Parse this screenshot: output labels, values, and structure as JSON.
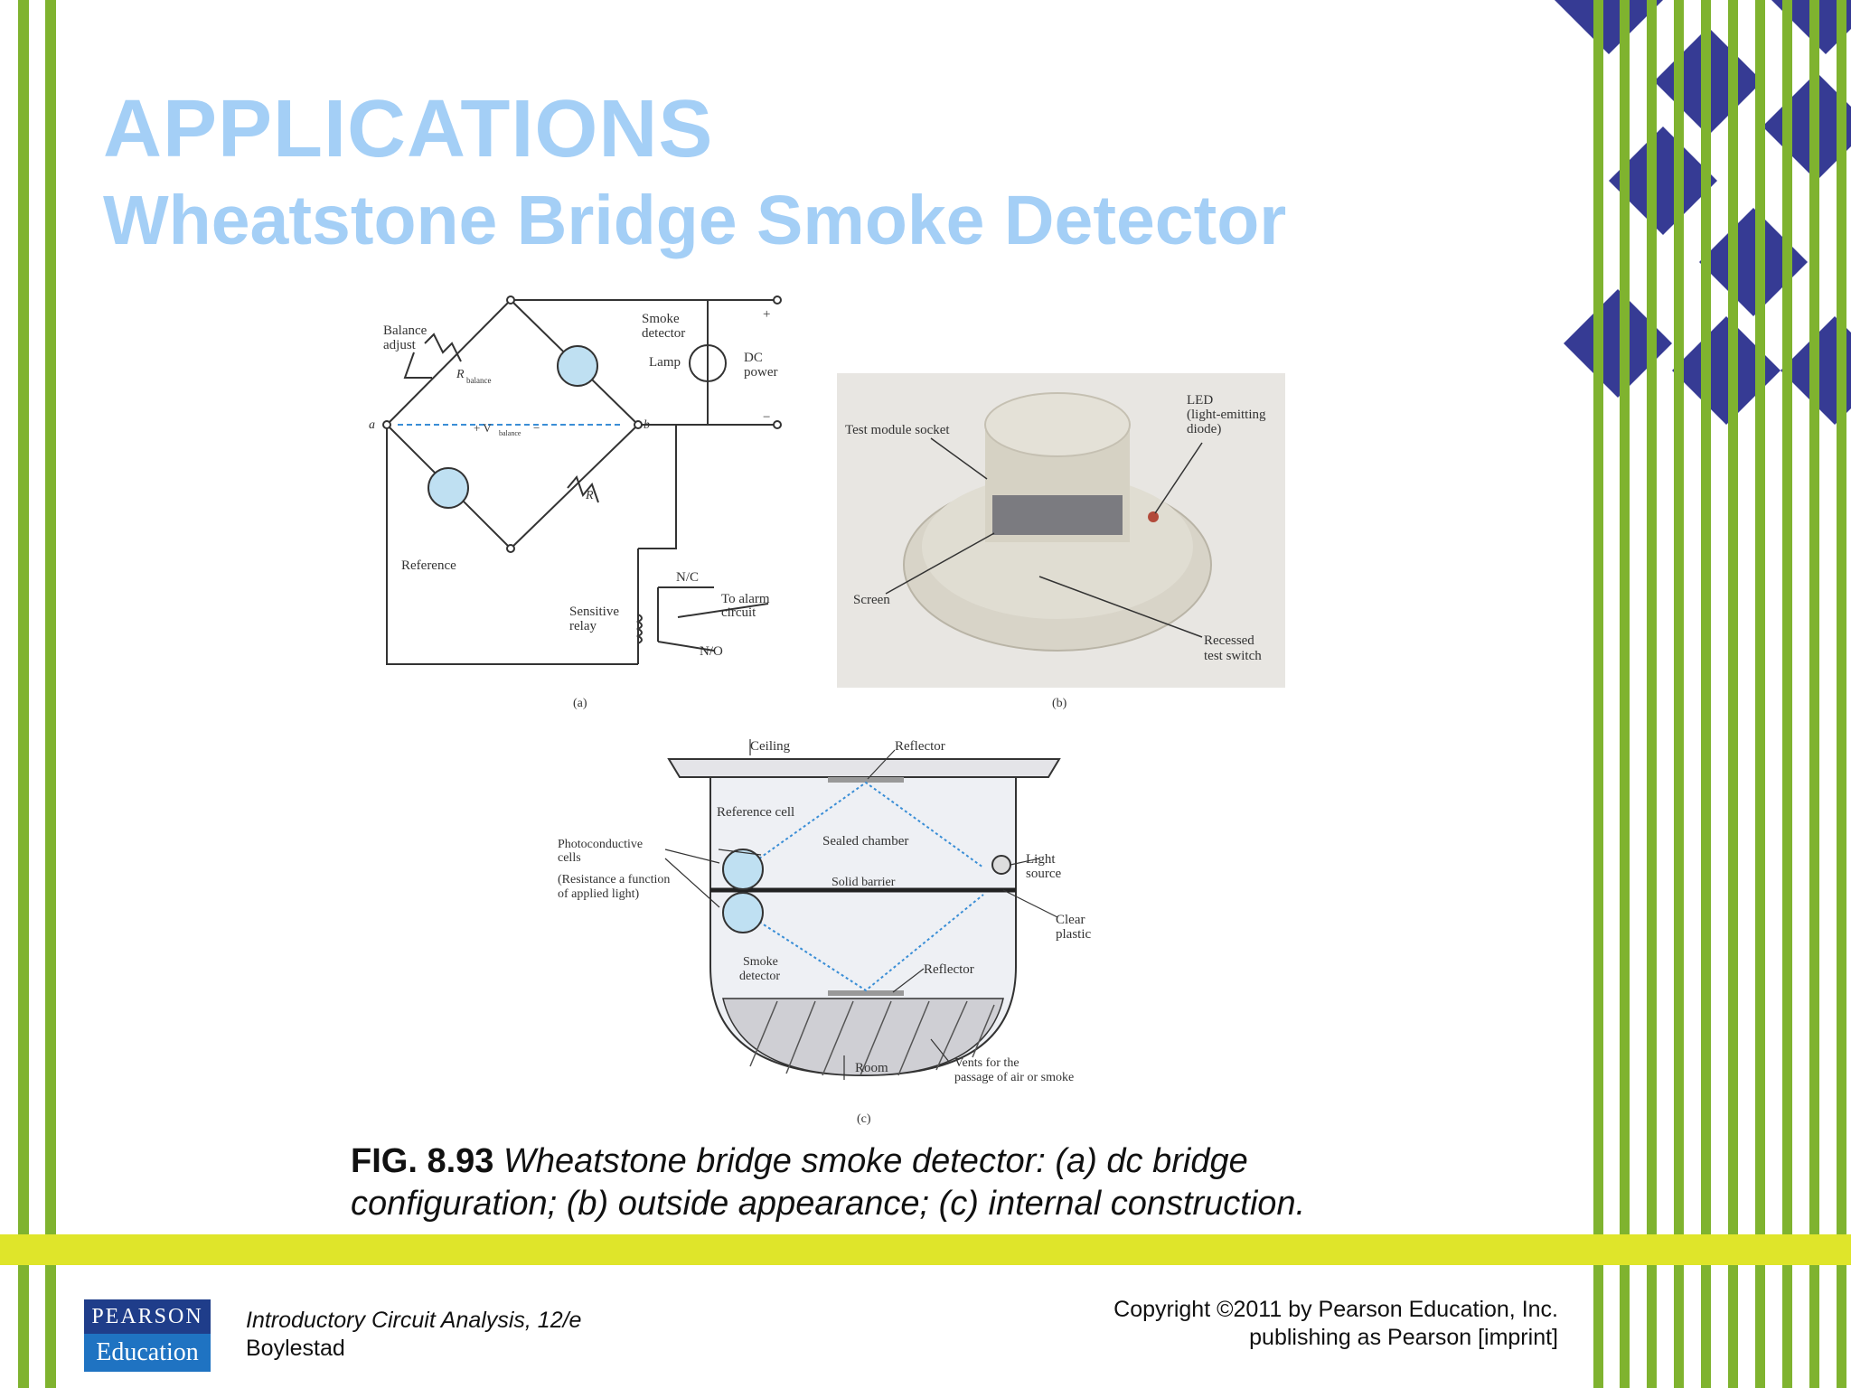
{
  "slide": {
    "title": "APPLICATIONS",
    "subtitle": "Wheatstone Bridge Smoke Detector"
  },
  "figure": {
    "part_a": {
      "label": "(a)",
      "balance_adjust": [
        "Balance",
        "adjust"
      ],
      "r_balance": "R",
      "r_balance_sub": "balance",
      "smoke_detector": [
        "Smoke",
        "detector"
      ],
      "lamp": "Lamp",
      "dc_power": [
        "DC",
        "power"
      ],
      "plus": "+",
      "minus": "−",
      "node_a": "a",
      "node_b": "b",
      "v_balance": "+ V",
      "v_balance_sub": "balance",
      "v_balance_minus": "−",
      "r": "R",
      "reference": "Reference",
      "nc": "N/C",
      "no": "N/O",
      "to_alarm": [
        "To alarm",
        "circuit"
      ],
      "relay": [
        "Sensitive",
        "relay"
      ]
    },
    "part_b": {
      "label": "(b)",
      "led": [
        "LED",
        "(light-emitting",
        "diode)"
      ],
      "test_socket": "Test module socket",
      "screen": "Screen",
      "recessed": [
        "Recessed",
        "test switch"
      ]
    },
    "part_c": {
      "label": "(c)",
      "ceiling": "Ceiling",
      "reflector_top": "Reflector",
      "reference_cell": "Reference cell",
      "sealed_chamber": "Sealed chamber",
      "photo_cells": [
        "Photoconductive",
        "cells",
        "(Resistance a function",
        "of applied light)"
      ],
      "light_source": [
        "Light",
        "source"
      ],
      "solid_barrier": "Solid barrier",
      "clear_plastic": [
        "Clear",
        "plastic"
      ],
      "smoke_detector": [
        "Smoke",
        "detector"
      ],
      "reflector_bottom": "Reflector",
      "room": "Room",
      "vents": [
        "Vents for the",
        "passage of air or smoke"
      ]
    },
    "caption_bold": "FIG. 8.93",
    "caption_italic_1": "Wheatstone bridge smoke detector: (a) dc bridge",
    "caption_italic_2": "configuration; (b) outside appearance; (c) internal construction."
  },
  "footer": {
    "logo_top": "PEARSON",
    "logo_bottom": "Education",
    "book_title": "Introductory Circuit Analysis, 12/e",
    "book_author": "Boylestad",
    "copyright_1": "Copyright ©2011 by Pearson Education, Inc.",
    "copyright_2": "publishing as Pearson [imprint]"
  },
  "colors": {
    "stripe_green": "#7fb32f",
    "band_yellow": "#dfe52a",
    "title_blue": "#a4cff6",
    "diamond_navy": "#363b94"
  }
}
